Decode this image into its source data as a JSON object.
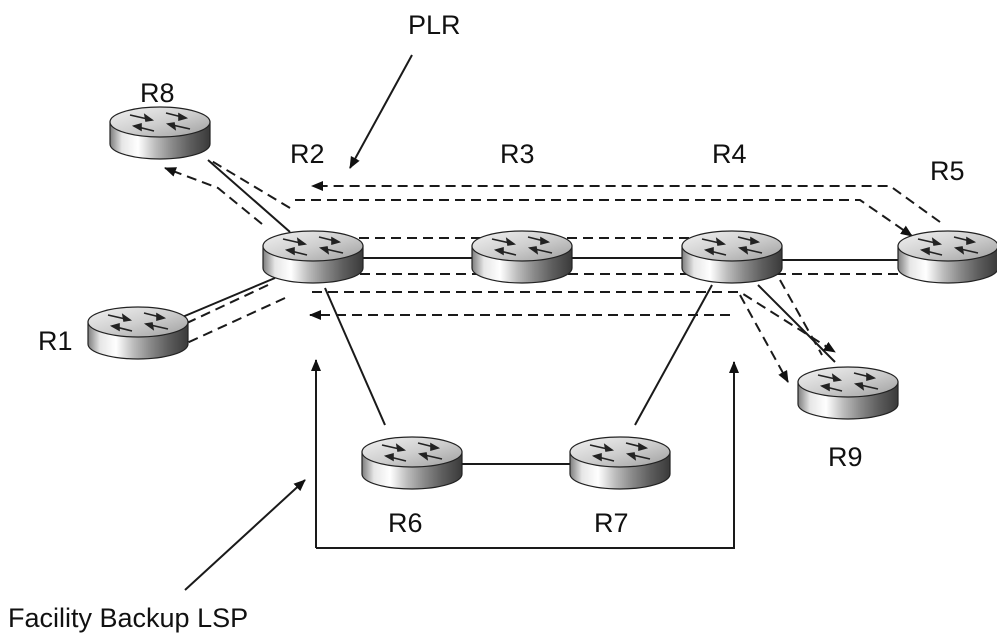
{
  "labels": {
    "plr": "PLR",
    "r1": "R1",
    "r2": "R2",
    "r3": "R3",
    "r4": "R4",
    "r5": "R5",
    "r6": "R6",
    "r7": "R7",
    "r8": "R8",
    "r9": "R9",
    "facility_backup_lsp": "Facility Backup LSP"
  },
  "icons": {
    "router": "router-icon"
  }
}
